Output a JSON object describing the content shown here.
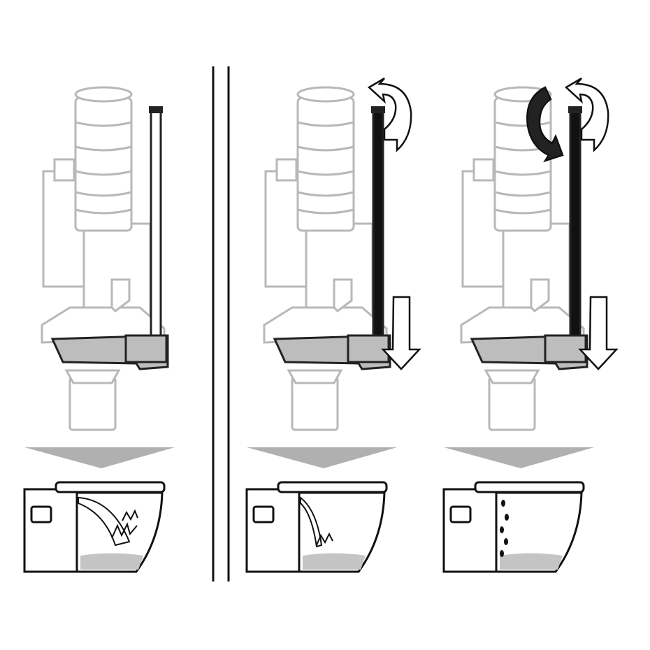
{
  "colors": {
    "outline_faded": "#b8b8b8",
    "outline_dark": "#111111",
    "highlight_grey": "#bdbdbd",
    "flow_arrow": "#b0b0b0"
  },
  "panels": [
    {
      "flush_level": "full",
      "stem_highlight": false,
      "rotate_arrows": 0,
      "down_arrow": false
    },
    {
      "flush_level": "reduced",
      "stem_highlight": true,
      "rotate_arrows": 1,
      "down_arrow": true
    },
    {
      "flush_level": "drip",
      "stem_highlight": true,
      "rotate_arrows": 2,
      "down_arrow": true
    }
  ]
}
